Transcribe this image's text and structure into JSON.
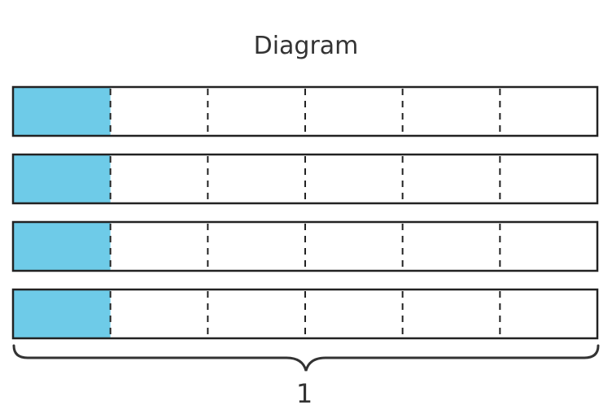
{
  "diagram": {
    "title": "Diagram",
    "whole_label": "1",
    "bars": [
      {
        "parts": 6,
        "shaded_parts": 1
      },
      {
        "parts": 6,
        "shaded_parts": 1
      },
      {
        "parts": 6,
        "shaded_parts": 1
      },
      {
        "parts": 6,
        "shaded_parts": 1
      }
    ],
    "colors": {
      "shaded": "#6ecbe8",
      "outline": "#222222",
      "divider": "#222222",
      "text": "#333333"
    }
  }
}
